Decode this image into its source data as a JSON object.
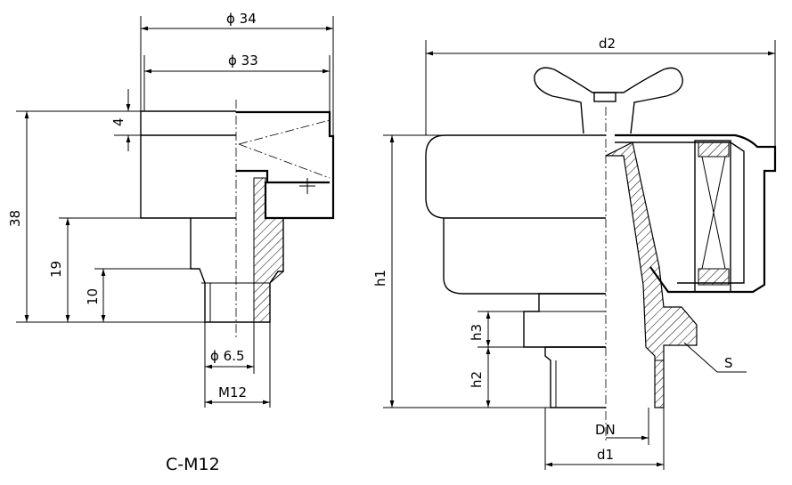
{
  "left_view": {
    "dims": {
      "phi34": "ϕ 34",
      "phi33": "ϕ 33",
      "d4": "4",
      "d38": "38",
      "d19": "19",
      "d10": "10",
      "phi65": "ϕ 6.5",
      "m12": "M12"
    },
    "caption": "C-M12"
  },
  "right_view": {
    "dims": {
      "d2": "d2",
      "h1": "h1",
      "h3": "h3",
      "h2": "h2",
      "s": "S",
      "dn": "DN",
      "d1": "d1"
    }
  }
}
